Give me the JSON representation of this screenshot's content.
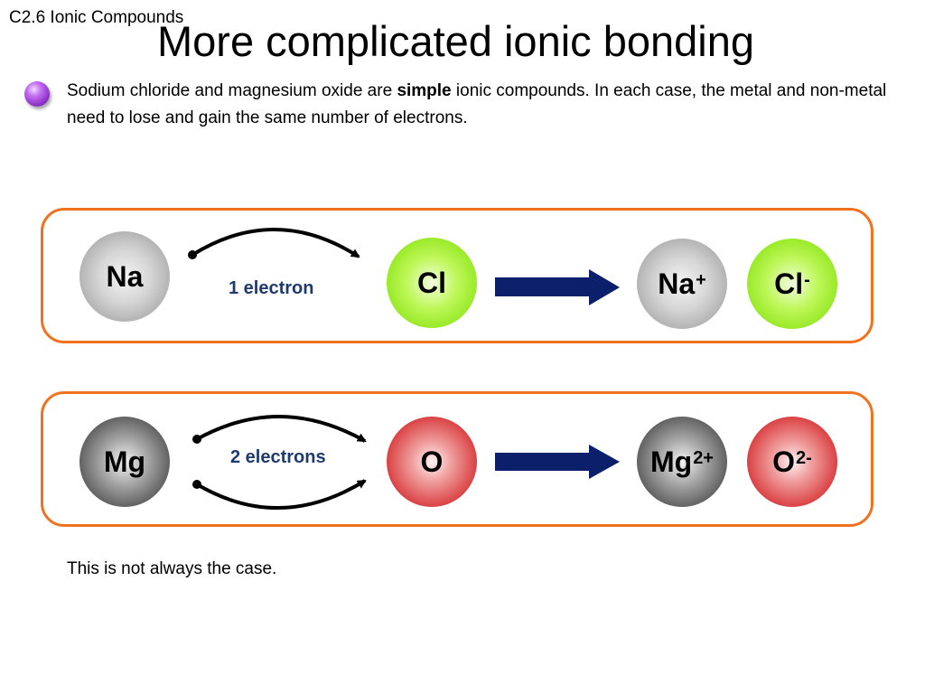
{
  "slide": {
    "course_label": "C2.6  Ionic Compounds",
    "title": "More complicated ionic bonding",
    "intro": {
      "before": "Sodium chloride and magnesium oxide are ",
      "bold": "simple",
      "after": " ionic compounds. In each case, the metal and non-metal need to lose and gain the same number of electrons."
    },
    "note": "This is not always the case."
  },
  "reactions": [
    {
      "metal": "Na",
      "non_metal": "Cl",
      "electrons_label": "1 electron",
      "metal_ion": {
        "symbol": "Na",
        "charge": "+"
      },
      "non_metal_ion": {
        "symbol": "Cl",
        "charge": "-"
      }
    },
    {
      "metal": "Mg",
      "non_metal": "O",
      "electrons_label": "2 electrons",
      "metal_ion": {
        "symbol": "Mg",
        "charge": "2+"
      },
      "non_metal_ion": {
        "symbol": "O",
        "charge": "2-"
      }
    }
  ],
  "colors": {
    "panel_border": "#f0721e",
    "arrow": "#0c1f6b",
    "electron_label": "#1f3b6e",
    "sodium": "#a4a4a4",
    "chlorine": "#8ee61a",
    "magnesium": "#505050",
    "oxygen": "#d8383a",
    "bullet": "#8a2fc8"
  }
}
